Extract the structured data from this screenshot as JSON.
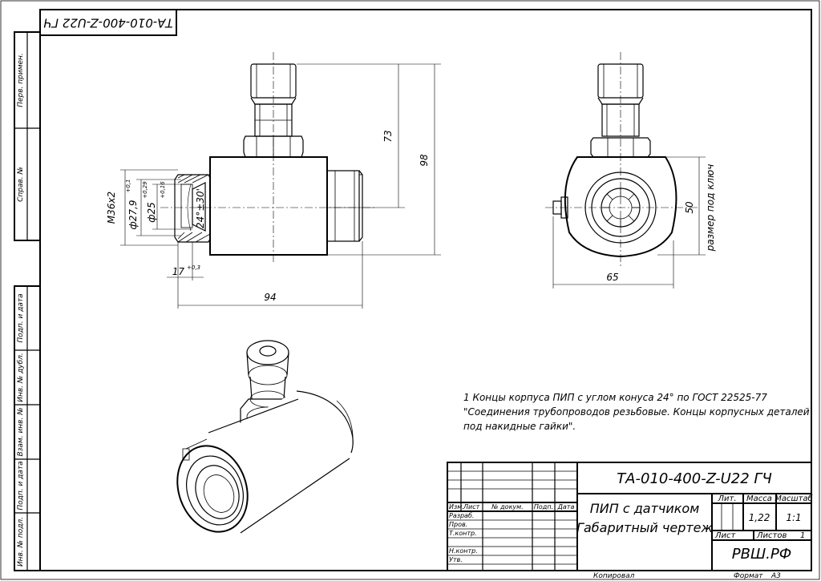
{
  "designation": "ТА-010-400-Z-U22 ГЧ",
  "designation_rotated": "ТА-010-400-Z-U22 ГЧ",
  "side_strip": {
    "perv_primen": "Перв. примен.",
    "sprav_no": "Справ. №",
    "podp_data_1": "Подп. и дата",
    "inv_dubl": "Инв. № дубл.",
    "vzam_inv": "Взам. инв. №",
    "podp_data_2": "Подп. и дата",
    "inv_podl": "Инв. № подл."
  },
  "dimensions": {
    "thread": "М36х2",
    "dia1": "ф27,9",
    "dia1_tol": "+0,1",
    "dia2": "ф25",
    "dia2_tol_up": "+0,29",
    "dia2_tol_low": "+0,16",
    "angle": "24°±30'",
    "len17": "17",
    "len17_tol": "+0,3",
    "len94": "94",
    "h73": "73",
    "h98": "98",
    "w65": "65",
    "h50": "50",
    "key_size": "размер под ключ"
  },
  "notes": {
    "line1": "1 Концы корпуса ПИП с углом конуса 24° по ГОСТ 22525-77",
    "line2": "\"Соединения трубопроводов резьбовые. Концы корпусных деталей",
    "line3": "под накидные гайки\"."
  },
  "title_block": {
    "name_line1": "ПИП с датчиком",
    "name_line2": "Габаритный чертеж",
    "lit": "Лит.",
    "massa": "Масса",
    "masshtab": "Масштаб",
    "mass_value": "1,22",
    "scale_value": "1:1",
    "list": "Лист",
    "listov": "Листов",
    "listov_value": "1",
    "org": "РВШ.РФ",
    "izm": "Изм.",
    "list_col": "Лист",
    "doc_no": "№ докум.",
    "podp": "Подп.",
    "data": "Дата",
    "razrab": "Разраб.",
    "prov": "Пров.",
    "tkontr": "Т.контр.",
    "nkontr": "Н.контр.",
    "utv": "Утв.",
    "kopiroval": "Копировал",
    "format_label": "Формат",
    "format_value": "А3"
  }
}
